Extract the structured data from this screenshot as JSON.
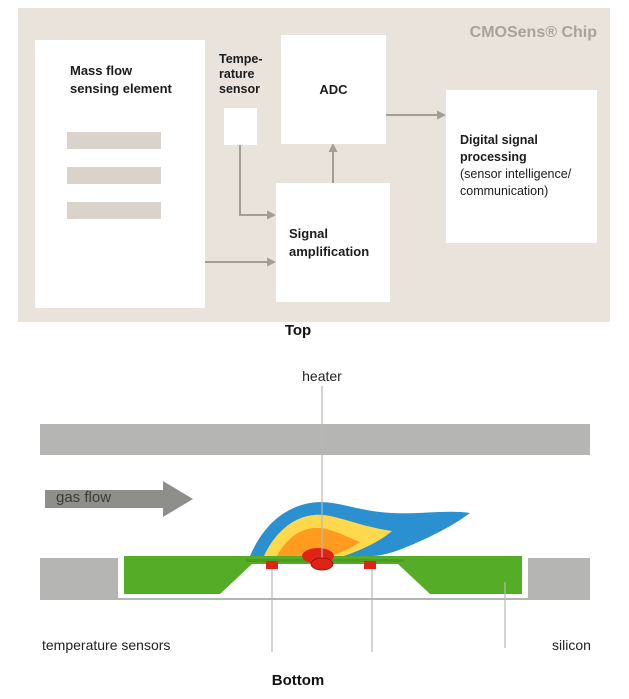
{
  "top": {
    "chip_label": "CMOSens® Chip",
    "caption": "Top",
    "blocks": {
      "mass_flow": "Mass flow\nsensing element",
      "temp_sensor": "Tempe-\nrature\nsensor",
      "adc": "ADC",
      "signal_amplification": "Signal\namplification",
      "dsp_title": "Digital signal\nprocessing",
      "dsp_subtitle": "(sensor intelligence/\ncommunication)"
    }
  },
  "bottom": {
    "caption": "Bottom",
    "heater_label": "heater",
    "gas_flow_label": "gas flow",
    "temperature_sensors_label": "temperature sensors",
    "silicon_label": "silicon"
  },
  "colors": {
    "panel_bg": "#e9e3dc",
    "white_box": "#ffffff",
    "inner_bar": "#d9d3cc",
    "chip_label_gray": "#a9a29a",
    "arrow_gray": "#a49d94",
    "silicon_gray": "#b5b5b3",
    "gas_arrow_gray": "#8e8e8b",
    "membrane_green": "#55ad27",
    "membrane_green_dark": "#49941e",
    "plume_blue": "#2b90cf",
    "plume_yellow": "#ffd94d",
    "plume_orange": "#ff9c1f",
    "heat_red": "#e02317",
    "leader_line": "#b8b8b6"
  }
}
